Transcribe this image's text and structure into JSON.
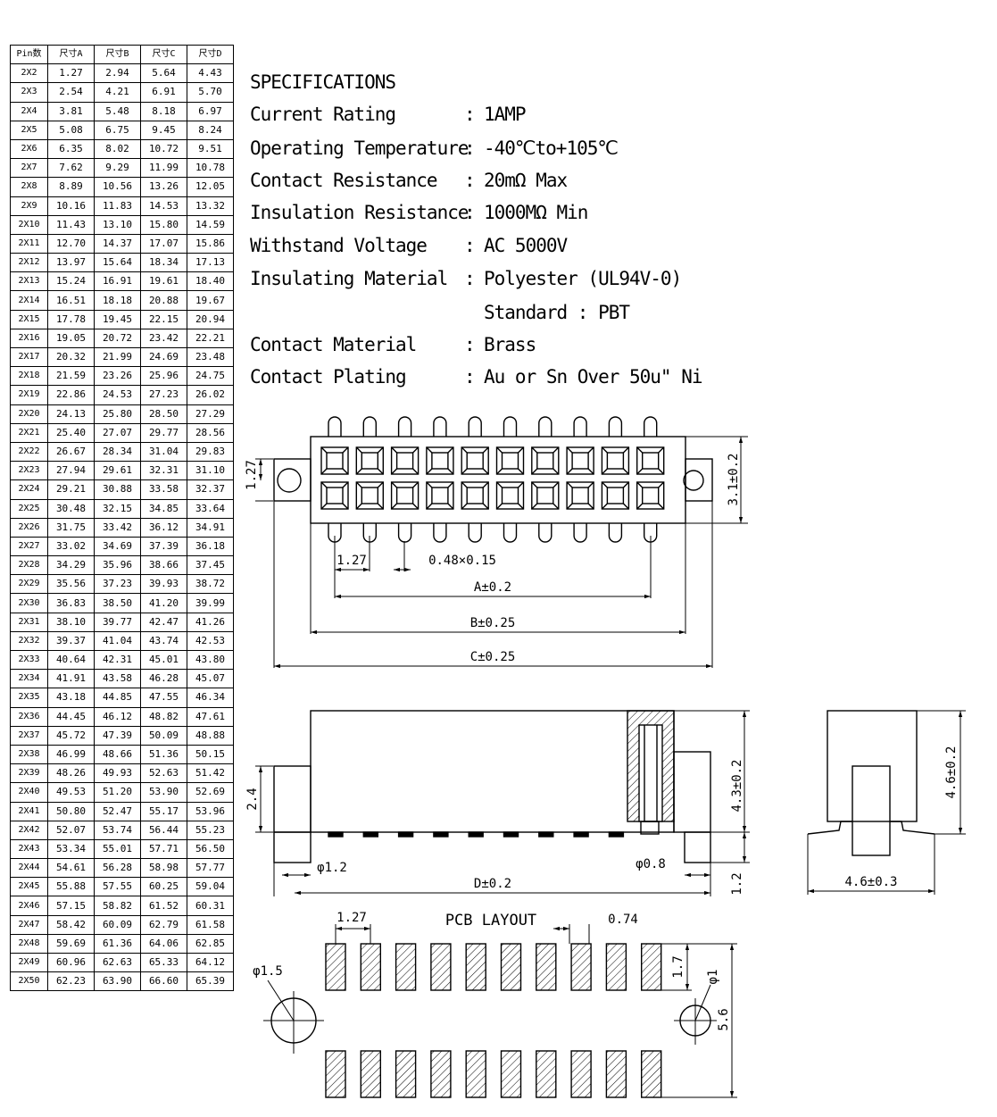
{
  "table": {
    "headers": [
      "Pin数",
      "尺寸A",
      "尺寸B",
      "尺寸C",
      "尺寸D"
    ],
    "rows": [
      [
        "2X2",
        "1.27",
        "2.94",
        "5.64",
        "4.43"
      ],
      [
        "2X3",
        "2.54",
        "4.21",
        "6.91",
        "5.70"
      ],
      [
        "2X4",
        "3.81",
        "5.48",
        "8.18",
        "6.97"
      ],
      [
        "2X5",
        "5.08",
        "6.75",
        "9.45",
        "8.24"
      ],
      [
        "2X6",
        "6.35",
        "8.02",
        "10.72",
        "9.51"
      ],
      [
        "2X7",
        "7.62",
        "9.29",
        "11.99",
        "10.78"
      ],
      [
        "2X8",
        "8.89",
        "10.56",
        "13.26",
        "12.05"
      ],
      [
        "2X9",
        "10.16",
        "11.83",
        "14.53",
        "13.32"
      ],
      [
        "2X10",
        "11.43",
        "13.10",
        "15.80",
        "14.59"
      ],
      [
        "2X11",
        "12.70",
        "14.37",
        "17.07",
        "15.86"
      ],
      [
        "2X12",
        "13.97",
        "15.64",
        "18.34",
        "17.13"
      ],
      [
        "2X13",
        "15.24",
        "16.91",
        "19.61",
        "18.40"
      ],
      [
        "2X14",
        "16.51",
        "18.18",
        "20.88",
        "19.67"
      ],
      [
        "2X15",
        "17.78",
        "19.45",
        "22.15",
        "20.94"
      ],
      [
        "2X16",
        "19.05",
        "20.72",
        "23.42",
        "22.21"
      ],
      [
        "2X17",
        "20.32",
        "21.99",
        "24.69",
        "23.48"
      ],
      [
        "2X18",
        "21.59",
        "23.26",
        "25.96",
        "24.75"
      ],
      [
        "2X19",
        "22.86",
        "24.53",
        "27.23",
        "26.02"
      ],
      [
        "2X20",
        "24.13",
        "25.80",
        "28.50",
        "27.29"
      ],
      [
        "2X21",
        "25.40",
        "27.07",
        "29.77",
        "28.56"
      ],
      [
        "2X22",
        "26.67",
        "28.34",
        "31.04",
        "29.83"
      ],
      [
        "2X23",
        "27.94",
        "29.61",
        "32.31",
        "31.10"
      ],
      [
        "2X24",
        "29.21",
        "30.88",
        "33.58",
        "32.37"
      ],
      [
        "2X25",
        "30.48",
        "32.15",
        "34.85",
        "33.64"
      ],
      [
        "2X26",
        "31.75",
        "33.42",
        "36.12",
        "34.91"
      ],
      [
        "2X27",
        "33.02",
        "34.69",
        "37.39",
        "36.18"
      ],
      [
        "2X28",
        "34.29",
        "35.96",
        "38.66",
        "37.45"
      ],
      [
        "2X29",
        "35.56",
        "37.23",
        "39.93",
        "38.72"
      ],
      [
        "2X30",
        "36.83",
        "38.50",
        "41.20",
        "39.99"
      ],
      [
        "2X31",
        "38.10",
        "39.77",
        "42.47",
        "41.26"
      ],
      [
        "2X32",
        "39.37",
        "41.04",
        "43.74",
        "42.53"
      ],
      [
        "2X33",
        "40.64",
        "42.31",
        "45.01",
        "43.80"
      ],
      [
        "2X34",
        "41.91",
        "43.58",
        "46.28",
        "45.07"
      ],
      [
        "2X35",
        "43.18",
        "44.85",
        "47.55",
        "46.34"
      ],
      [
        "2X36",
        "44.45",
        "46.12",
        "48.82",
        "47.61"
      ],
      [
        "2X37",
        "45.72",
        "47.39",
        "50.09",
        "48.88"
      ],
      [
        "2X38",
        "46.99",
        "48.66",
        "51.36",
        "50.15"
      ],
      [
        "2X39",
        "48.26",
        "49.93",
        "52.63",
        "51.42"
      ],
      [
        "2X40",
        "49.53",
        "51.20",
        "53.90",
        "52.69"
      ],
      [
        "2X41",
        "50.80",
        "52.47",
        "55.17",
        "53.96"
      ],
      [
        "2X42",
        "52.07",
        "53.74",
        "56.44",
        "55.23"
      ],
      [
        "2X43",
        "53.34",
        "55.01",
        "57.71",
        "56.50"
      ],
      [
        "2X44",
        "54.61",
        "56.28",
        "58.98",
        "57.77"
      ],
      [
        "2X45",
        "55.88",
        "57.55",
        "60.25",
        "59.04"
      ],
      [
        "2X46",
        "57.15",
        "58.82",
        "61.52",
        "60.31"
      ],
      [
        "2X47",
        "58.42",
        "60.09",
        "62.79",
        "61.58"
      ],
      [
        "2X48",
        "59.69",
        "61.36",
        "64.06",
        "62.85"
      ],
      [
        "2X49",
        "60.96",
        "62.63",
        "65.33",
        "64.12"
      ],
      [
        "2X50",
        "62.23",
        "63.90",
        "66.60",
        "65.39"
      ]
    ]
  },
  "specs": {
    "title": "SPECIFICATIONS",
    "separator": ":",
    "items": [
      {
        "label": "Current Rating",
        "value": "1AMP"
      },
      {
        "label": "Operating Temperature",
        "value": "-40℃to+105℃"
      },
      {
        "label": "Contact Resistance",
        "value": "20mΩ Max"
      },
      {
        "label": "Insulation Resistance",
        "value": "1000MΩ Min"
      },
      {
        "label": "Withstand Voltage",
        "value": "AC 5000V"
      },
      {
        "label": "Insulating Material",
        "value": "Polyester (UL94V-0)"
      },
      {
        "label": "",
        "value": "Standard : PBT"
      },
      {
        "label": "Contact Material",
        "value": "Brass"
      },
      {
        "label": "Contact Plating",
        "value": "Au or Sn Over 50u\" Ni"
      }
    ]
  },
  "dims": {
    "pitch": "1.27",
    "pin_size": "0.48×0.15",
    "a": "A±0.2",
    "b": "B±0.25",
    "c": "C±0.25",
    "height_front": "3.1±0.2",
    "height_side": "4.3±0.2",
    "depth_side": "4.6±0.2",
    "width_side": "4.6±0.3",
    "post_height": "2.4",
    "standoff": "1.2",
    "peg_dia": "φ1.2",
    "pin_dia": "φ0.8",
    "d": "D±0.2",
    "pcb_title": "PCB LAYOUT",
    "pcb_pitch": "1.27",
    "pad_width": "0.74",
    "pad_length": "1.7",
    "row_span": "5.6",
    "hole_large": "φ1.5",
    "hole_small": "φ1"
  }
}
